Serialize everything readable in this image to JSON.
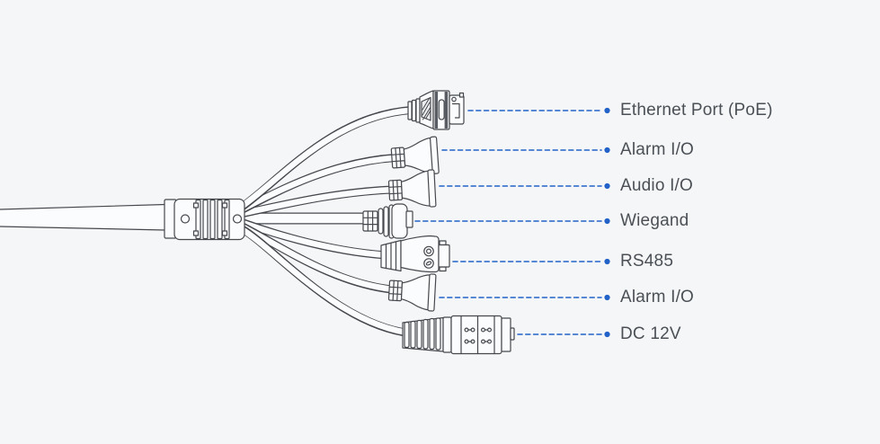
{
  "diagram": {
    "connectors": [
      {
        "id": "ethernet",
        "label": "Ethernet Port (PoE)"
      },
      {
        "id": "alarm-io-1",
        "label": "Alarm I/O"
      },
      {
        "id": "audio-io",
        "label": "Audio I/O"
      },
      {
        "id": "wiegand",
        "label": "Wiegand"
      },
      {
        "id": "rs485",
        "label": "RS485"
      },
      {
        "id": "alarm-io-2",
        "label": "Alarm I/O"
      },
      {
        "id": "dc-12v",
        "label": "DC 12V"
      }
    ]
  },
  "colors": {
    "background": "#f5f6f7",
    "line_art": "#45484d",
    "cable_fill": "#fbfcfd",
    "callout_blue": "#2262c8",
    "label_text": "#4b5056"
  }
}
